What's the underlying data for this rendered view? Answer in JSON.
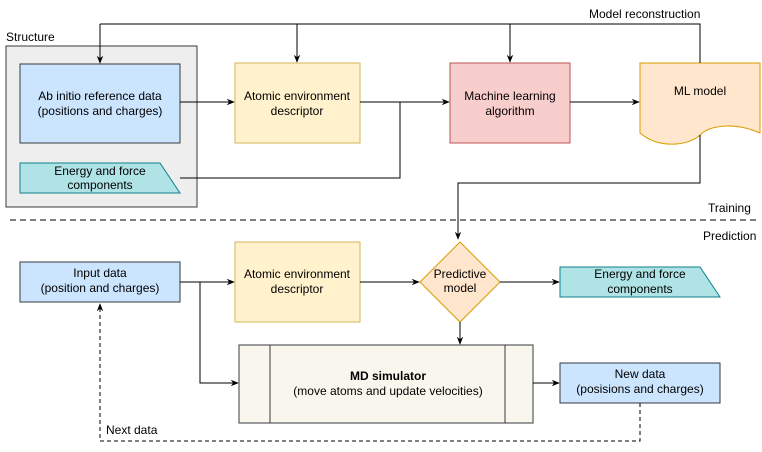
{
  "labels": {
    "model_reconstruction": "Model reconstruction",
    "structure": "Structure",
    "training": "Training",
    "prediction": "Prediction",
    "next_data": "Next data"
  },
  "training": {
    "ab_initio": [
      "Ab initio reference data",
      "(positions and charges)"
    ],
    "energy_force": [
      "Energy and force",
      "components"
    ],
    "descriptor": [
      "Atomic environment",
      "descriptor"
    ],
    "ml_algorithm": [
      "Machine learning",
      "algorithm"
    ],
    "ml_model": "ML model"
  },
  "prediction": {
    "input_data": [
      "Input data",
      "(position and charges)"
    ],
    "descriptor": [
      "Atomic environment",
      "descriptor"
    ],
    "predictive_model": [
      "Predictive",
      "model"
    ],
    "energy_force": [
      "Energy and force",
      "components"
    ],
    "md_title": "MD simulator",
    "md_subtitle": "(move atoms and update velocities)",
    "new_data": [
      "New data",
      "(posisions and charges)"
    ]
  },
  "colors": {
    "blue_fill": "#cce5ff",
    "blue_stroke": "#36393d",
    "yellow_fill": "#fff2cc",
    "yellow_stroke": "#d6b656",
    "red_fill": "#f8cecc",
    "red_stroke": "#b85450",
    "orange_fill": "#ffe6cc",
    "orange_stroke": "#d79b00",
    "teal_fill": "#b0e3e6",
    "teal_stroke": "#0e8088",
    "grey_fill": "#eeeeee",
    "grey_stroke": "#36393d",
    "md_fill": "#f9f7ed"
  }
}
